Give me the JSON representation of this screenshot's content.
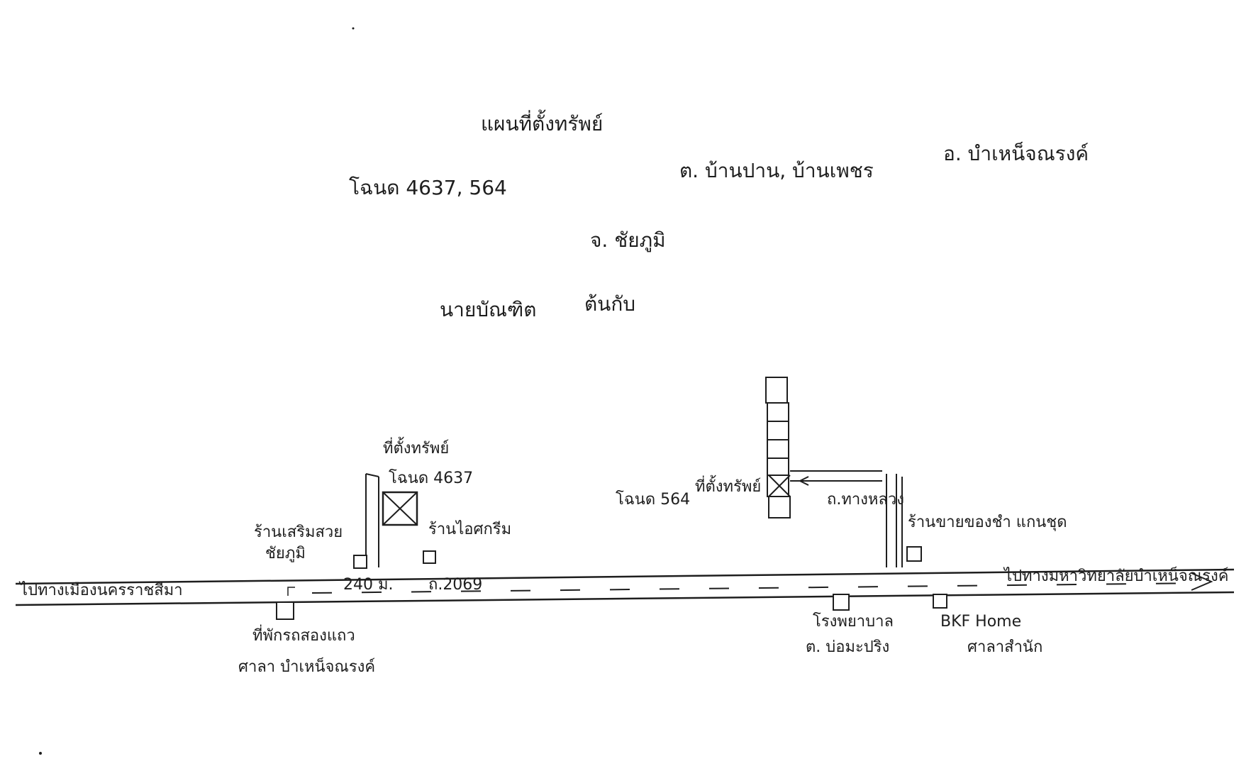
{
  "header": {
    "title": "แผนที่ตั้งทรัพย์",
    "line2_deeds": "โฉนด 4637, 564",
    "line2_location": "ต. บ้านปาน, บ้านเพชร",
    "line2_district": "อ. บำเหน็จณรงค์",
    "line3_province": "จ. ชัยภูมิ",
    "line4_a": "นายบัณฑิต",
    "line4_b": "ต้นกับ"
  },
  "roads": {
    "main_left_label": "ไปทางเมืองนครราชสีมา",
    "main_right_label": "ไปทางมหาวิทยาลัยบำเหน็จณรงค์",
    "route_number": "ถ.2069",
    "distance": "240 ม.",
    "side_road": "ถ.ทางหลวง"
  },
  "plots": {
    "plot1_heading": "ที่ตั้งทรัพย์",
    "plot1_deed": "โฉนด 4637",
    "plot2_heading": "ที่ตั้งทรัพย์",
    "plot2_deed": "โฉนด 564"
  },
  "landmarks": {
    "north_left_1": "ร้านเสริมสวย",
    "north_left_2": "ชัยภูมิ",
    "north_mid": "ร้านไอศกรีม",
    "north_right": "ร้านขายของชำ แกนชุด",
    "south_left_1": "ที่พักรถสองแถว",
    "south_left_2": "ศาลา บำเหน็จณรงค์",
    "south_mid_1": "โรงพยาบาล",
    "south_mid_2": "ต. บ่อมะปริง",
    "south_right_1": "BKF Home",
    "south_right_2": "ศาลาสำนัก"
  },
  "colors": {
    "ink": "#1e1e1e",
    "paper": "#ffffff"
  }
}
